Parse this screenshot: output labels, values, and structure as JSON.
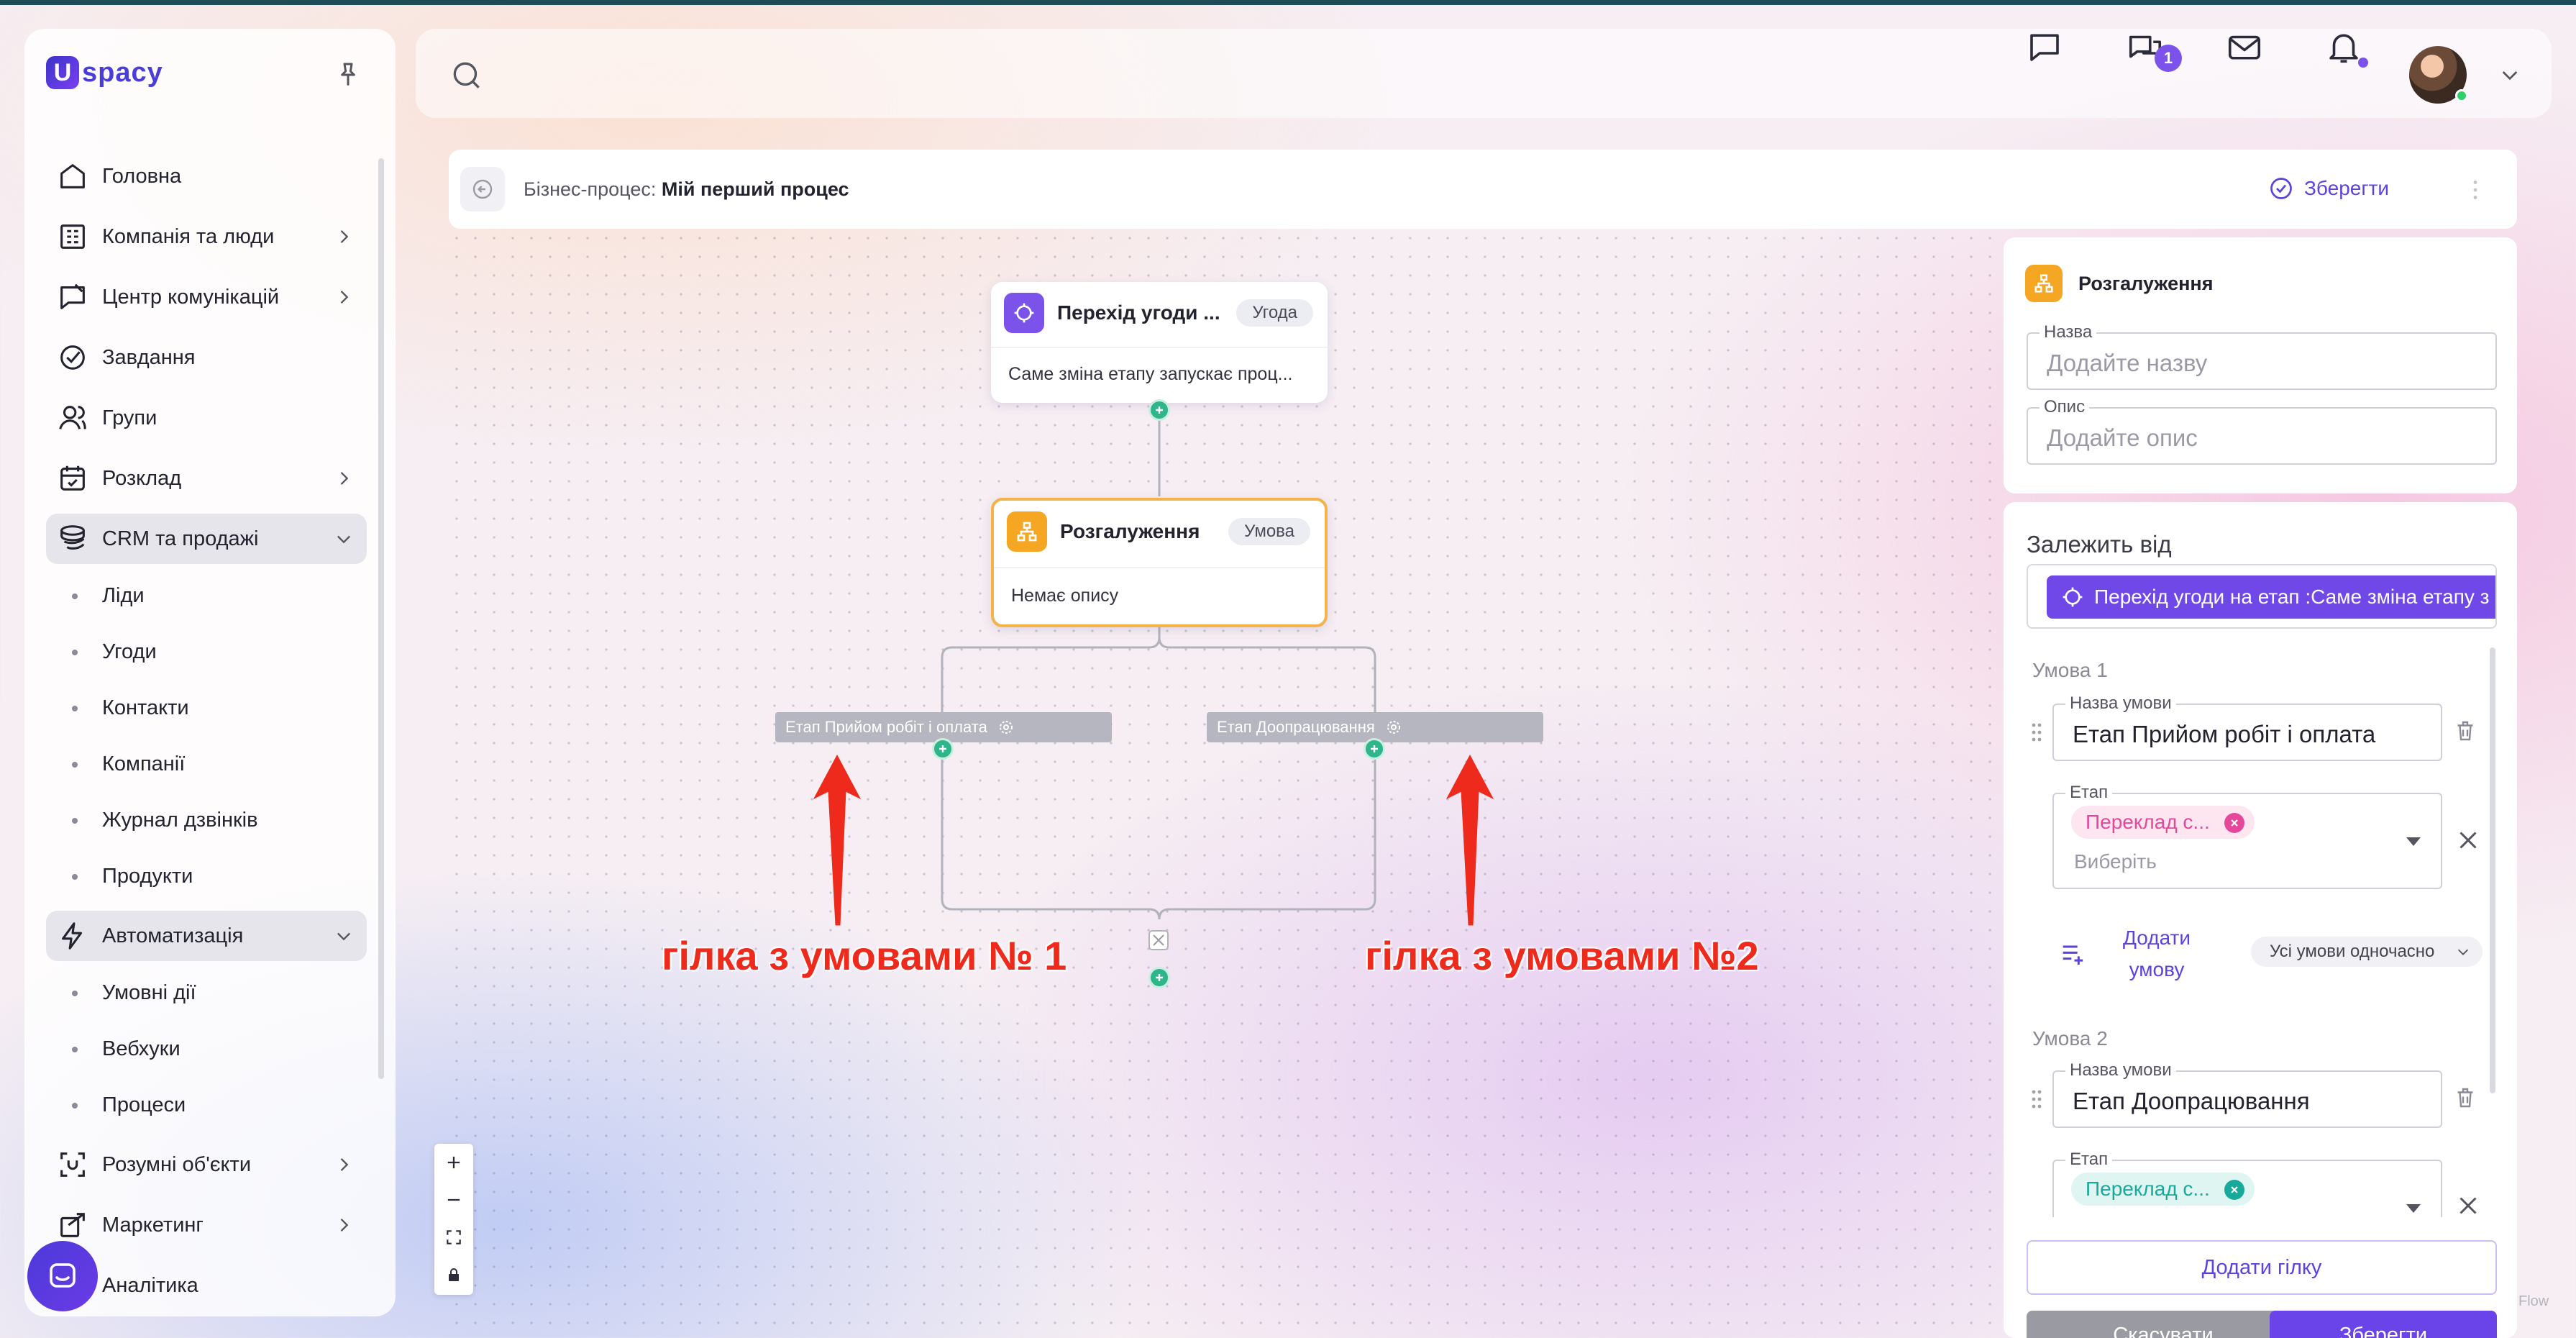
{
  "app": {
    "logo_text": "spacy",
    "logo_mark": "U"
  },
  "sidebar": {
    "items": [
      {
        "label": "Головна",
        "icon": "home-icon"
      },
      {
        "label": "Компанія та люди",
        "icon": "company-icon",
        "has_children": true
      },
      {
        "label": "Центр комунікацій",
        "icon": "communication-icon",
        "has_children": true
      },
      {
        "label": "Завдання",
        "icon": "tasks-icon"
      },
      {
        "label": "Групи",
        "icon": "groups-icon"
      },
      {
        "label": "Розклад",
        "icon": "calendar-icon",
        "has_children": true
      },
      {
        "label": "CRM та продажі",
        "icon": "crm-icon",
        "expanded": true
      },
      {
        "label": "Автоматизація",
        "icon": "automation-icon",
        "expanded": true
      },
      {
        "label": "Розумні об'єкти",
        "icon": "smart-objects-icon",
        "has_children": true
      },
      {
        "label": "Маркетинг",
        "icon": "marketing-icon",
        "has_children": true
      },
      {
        "label": "Аналітика",
        "icon": "analytics-icon"
      }
    ],
    "crm_sub": [
      "Ліди",
      "Угоди",
      "Контакти",
      "Компанії",
      "Журнал дзвінків",
      "Продукти"
    ],
    "automation_sub": [
      "Умовні дії",
      "Вебхуки",
      "Процеси"
    ]
  },
  "header": {
    "chat_badge": "1"
  },
  "breadcrumb": {
    "prefix": "Бізнес-процес:",
    "process_name": "Мій перший процес",
    "save_label": "Зберегти"
  },
  "canvas": {
    "trigger_node": {
      "title": "Перехід угоди ...",
      "tag": "Угода",
      "description": "Саме зміна етапу запускає проц..."
    },
    "branch_node": {
      "title": "Розгалуження",
      "tag": "Умова",
      "description": "Немає опису"
    },
    "branches": [
      {
        "label": "Етап Прийом робіт і оплата"
      },
      {
        "label": "Етап Доопрацювання"
      }
    ],
    "annotations": [
      {
        "text": "гілка з умовами № 1"
      },
      {
        "text": "гілка з умовами №2"
      }
    ],
    "colors": {
      "trigger": "#7b52ea",
      "branch": "#f5a623",
      "handle": "#2fb58a",
      "annotation": "#ee2a1c"
    }
  },
  "panel": {
    "title": "Розгалуження",
    "name_field": {
      "label": "Назва",
      "placeholder": "Додайте назву"
    },
    "desc_field": {
      "label": "Опис",
      "placeholder": "Додайте опис"
    },
    "depends_title": "Залежить від",
    "depends_chip": "Перехід угоди на етап :Саме зміна етапу з",
    "conditions": [
      {
        "title": "Умова 1",
        "name_label": "Назва умови",
        "name_value": "Етап Прийом робіт і оплата",
        "stage_label": "Етап",
        "stage_chip": "Переклад с...",
        "stage_placeholder": "Виберіть",
        "chip_color": "#e5489a"
      },
      {
        "title": "Умова 2",
        "name_label": "Назва умови",
        "name_value": "Етап Доопрацювання",
        "stage_label": "Етап",
        "stage_chip": "Переклад с...",
        "chip_color": "#17a99a"
      }
    ],
    "add_condition": "Додати умову",
    "add_condition_line1": "Додати",
    "add_condition_line2": "умову",
    "mode_select": "Усі умови одночасно",
    "add_branch": "Додати гілку",
    "cancel": "Скасувати",
    "save": "Зберегти",
    "watermark": "Flow"
  }
}
